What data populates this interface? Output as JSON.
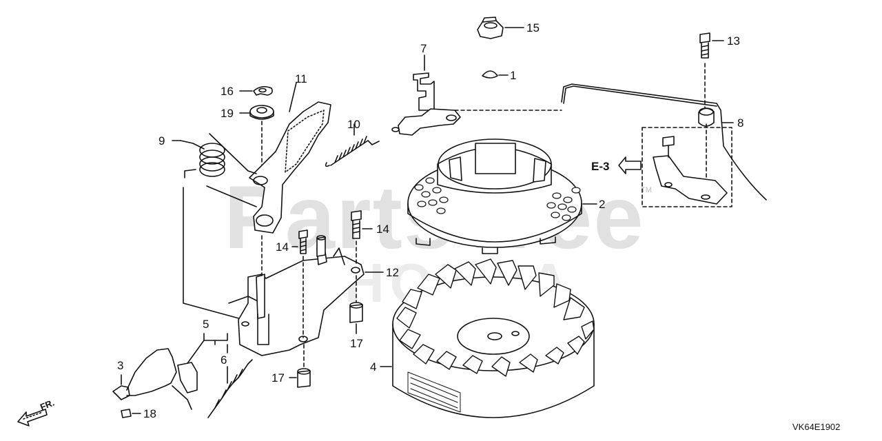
{
  "watermark": {
    "text": "PartsTree",
    "brand": "HONDA",
    "tm": "TM"
  },
  "figure_code": "VK64E1902",
  "reference": {
    "label": "E-3"
  },
  "direction": {
    "label": "FR."
  },
  "callouts": {
    "c1": "1",
    "c2": "2",
    "c3": "3",
    "c4": "4",
    "c5": "5",
    "c6": "6",
    "c7": "7",
    "c8": "8",
    "c9": "9",
    "c10": "10",
    "c11": "11",
    "c12": "12",
    "c13": "13",
    "c14a": "14",
    "c14b": "14",
    "c15": "15",
    "c16": "16",
    "c17a": "17",
    "c17b": "17",
    "c18": "18",
    "c19": "19"
  },
  "colors": {
    "line": "#111111",
    "watermark": "#c9c9c9"
  }
}
